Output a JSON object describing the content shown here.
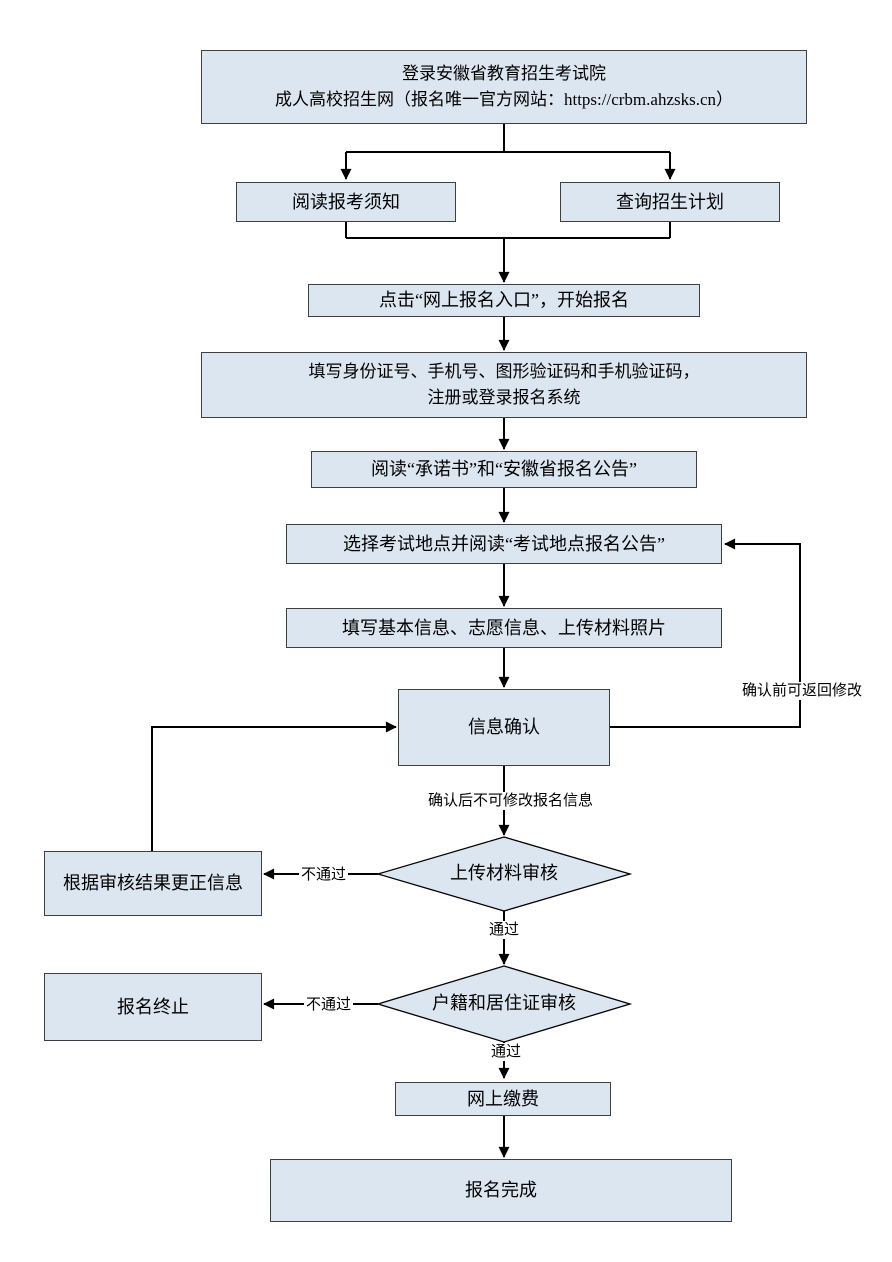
{
  "diagram": {
    "nodes": {
      "login": {
        "line1": "登录安徽省教育招生考试院",
        "line2": "成人高校招生网（报名唯一官方网站：https://crbm.ahzsks.cn）"
      },
      "read_notice": {
        "text": "阅读报考须知"
      },
      "query_plan": {
        "text": "查询招生计划"
      },
      "click_entry": {
        "text": "点击“网上报名入口”，开始报名"
      },
      "fill_id": {
        "line1": "填写身份证号、手机号、图形验证码和手机验证码，",
        "line2": "注册或登录报名系统"
      },
      "read_commitment": {
        "text": "阅读“承诺书”和“安徽省报名公告”"
      },
      "select_location": {
        "text": "选择考试地点并阅读“考试地点报名公告”"
      },
      "fill_info": {
        "text": "填写基本信息、志愿信息、上传材料照片"
      },
      "confirm": {
        "text": "信息确认"
      },
      "material_review": {
        "text": "上传材料审核"
      },
      "correct_info": {
        "text": "根据审核结果更正信息"
      },
      "residence_review": {
        "text": "户籍和居住证审核"
      },
      "registration_end": {
        "text": "报名终止"
      },
      "pay_online": {
        "text": "网上缴费"
      },
      "complete": {
        "text": "报名完成"
      }
    },
    "labels": {
      "return_before_confirm": "确认前可返回修改",
      "no_modify_after_confirm": "确认后不可修改报名信息",
      "fail_material": "不通过",
      "pass_material": "通过",
      "fail_residence": "不通过",
      "pass_residence": "通过"
    },
    "colors": {
      "node_fill": "#dce6f1",
      "node_border": "#3f3f3f",
      "connector": "#000000",
      "background": "#ffffff"
    }
  }
}
